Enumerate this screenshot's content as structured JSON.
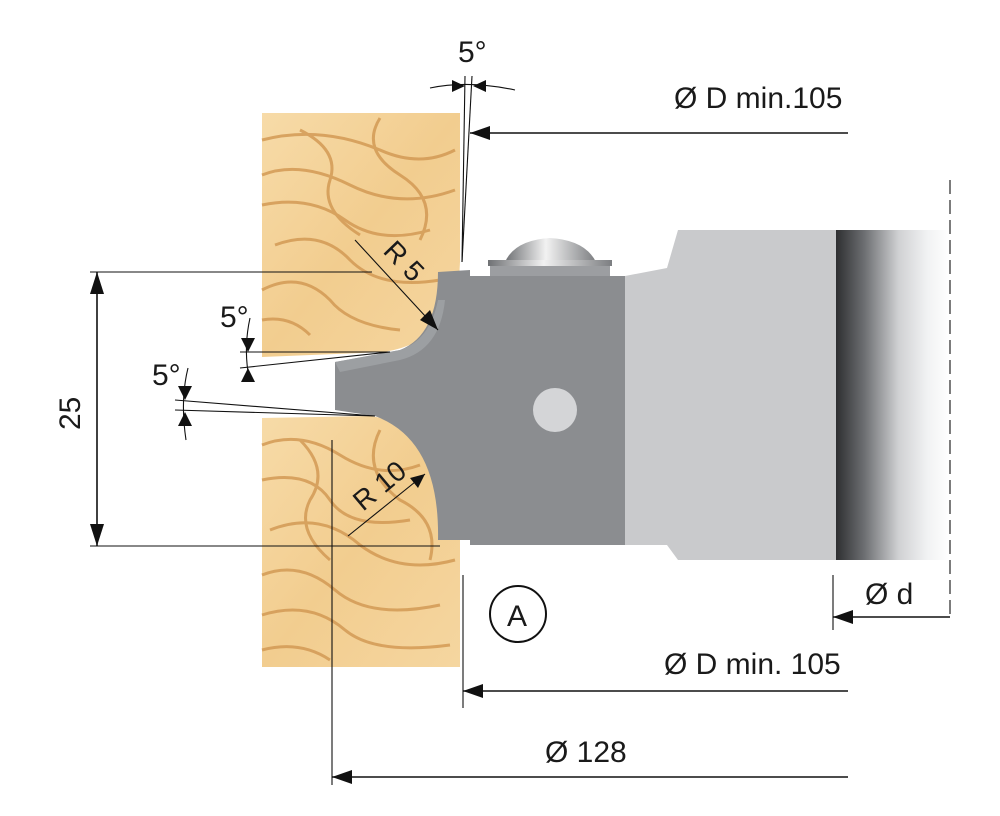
{
  "labels": {
    "angle_top": "5°",
    "dia_top": "Ø D min.105",
    "radius_small": "R 5",
    "angle_mid1": "5°",
    "angle_mid2": "5°",
    "height": "25",
    "radius_large": "R 10",
    "circle_marker": "A",
    "dia_bottom": "Ø D min. 105",
    "dia_bore": "Ø d",
    "dia_total": "Ø 128"
  },
  "colors": {
    "wood_light": "#f4d29a",
    "wood_grain": "#d9a564",
    "steel_dark": "#8a8c8f",
    "steel_light": "#c9cacc",
    "shaft_dark": "#3a3b3d",
    "shaft_light": "#e6e7e8"
  }
}
